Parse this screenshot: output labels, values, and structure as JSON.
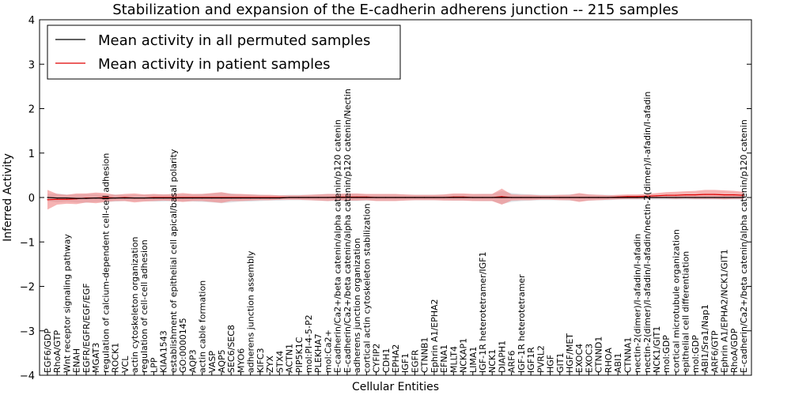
{
  "chart_data": {
    "type": "line",
    "title": "Stabilization and expansion of the E-cadherin adherens junction -- 215 samples",
    "xlabel": "Cellular Entities",
    "ylabel": "Inferred Activity",
    "ylim": [
      -4,
      4
    ],
    "yticks": [
      -4,
      -3,
      -2,
      -1,
      0,
      1,
      2,
      3,
      4
    ],
    "legend_position": "top-left",
    "grid": false,
    "categories": [
      "EGF6/GDP",
      "RhoA/GTP",
      "Wnt receptor signaling pathway",
      "ENAH",
      "EGFR/EGFR/EGF/EGF",
      "MGAT3",
      "regulation of calcium-dependent cell-cell adhesion",
      "ROCK1",
      "VCL",
      "actin cytoskeleton organization",
      "regulation of cell-cell adhesion",
      "LPP",
      "KIAA1543",
      "establishment of epithelial cell apical/basal polarity",
      "GO:0000145",
      "AQP3",
      "actin cable formation",
      "VASP",
      "AQP5",
      "SEC6/SEC8",
      "MYO6",
      "adherens junction assembly",
      "KIFC3",
      "ZYX",
      "STX4",
      "ACTN1",
      "PIP5K1C",
      "mol:PI-4-5-P2",
      "PLEKHA7",
      "mol:Ca2+",
      "E-cadherin/Ca2+/beta catenin/alpha catenin/p120 catenin",
      "E-cadherin/Ca2+/beta catenin/alpha catenin/p120 catenin/Nectin",
      "adherens junction organization",
      "cortical actin cytoskeleton stabilization",
      "CYFIP2",
      "CDH1",
      "EPHA2",
      "IGF1",
      "EGFR",
      "CTNNB1",
      "Ephrin A1/EPHA2",
      "EFNA1",
      "MLLT4",
      "NCKAP1",
      "LIMA1",
      "IGF-1R heterotetramer/IGF1",
      "NCK1",
      "DIAPH1",
      "ARF6",
      "IGF-1R heterotetramer",
      "IGF1R",
      "PVRL2",
      "HGF",
      "GIT1",
      "HGF/MET",
      "EXOC4",
      "EXOC3",
      "CTNND1",
      "RHOA",
      "ABI1",
      "CTNNA1",
      "nectin-2(dimer)/I-afadin/I-afadin",
      "nectin-2(dimer)/I-afadin/I-afadin/nectin-2(dimer)/I-afadin/I-afadin",
      "NCK1/GIT1",
      "mol:GDP",
      "cortical microtubule organization",
      "epithelial cell differentiation",
      "mol:GDP",
      "ABI1/Sra1/Nap1",
      "ARF6/GTP",
      "Ephrin A1/EPHA2/NCK1/GIT1",
      "RhoA/GDP",
      "E-cadherin/Ca2+/beta catenin/alpha catenin/p120 catenin"
    ],
    "series": [
      {
        "name": "Mean activity in all permuted samples",
        "color": "#000000",
        "band_color": "#c8c8d0",
        "values": [
          0.0,
          -0.01,
          -0.01,
          -0.02,
          -0.02,
          -0.01,
          -0.02,
          -0.01,
          -0.01,
          -0.01,
          -0.01,
          -0.01,
          -0.01,
          -0.01,
          -0.01,
          -0.01,
          -0.01,
          -0.01,
          -0.01,
          -0.01,
          -0.01,
          -0.01,
          -0.01,
          -0.01,
          -0.01,
          0.0,
          0.0,
          0.0,
          0.0,
          0.0,
          0.0,
          0.0,
          0.0,
          0.0,
          0.0,
          0.0,
          0.0,
          0.0,
          0.0,
          0.0,
          0.0,
          0.0,
          0.0,
          0.0,
          0.0,
          0.0,
          0.0,
          0.0,
          0.0,
          0.0,
          0.0,
          0.0,
          0.0,
          0.0,
          0.0,
          0.0,
          0.0,
          0.0,
          0.0,
          0.0,
          0.0,
          0.0,
          0.0,
          0.0,
          0.0,
          0.0,
          0.0,
          0.0,
          0.0,
          0.0,
          0.0,
          0.0,
          0.0
        ],
        "band": [
          0.08,
          0.1,
          0.08,
          0.09,
          0.1,
          0.09,
          0.08,
          0.08,
          0.07,
          0.07,
          0.07,
          0.08,
          0.08,
          0.07,
          0.08,
          0.08,
          0.09,
          0.1,
          0.12,
          0.1,
          0.08,
          0.08,
          0.07,
          0.06,
          0.06,
          0.06,
          0.06,
          0.06,
          0.07,
          0.08,
          0.08,
          0.08,
          0.08,
          0.07,
          0.07,
          0.07,
          0.07,
          0.06,
          0.06,
          0.06,
          0.06,
          0.06,
          0.07,
          0.07,
          0.07,
          0.08,
          0.08,
          0.15,
          0.1,
          0.08,
          0.07,
          0.06,
          0.06,
          0.06,
          0.07,
          0.08,
          0.07,
          0.06,
          0.06,
          0.05,
          0.05,
          0.05,
          0.05,
          0.05,
          0.05,
          0.05,
          0.05,
          0.05,
          0.05,
          0.05,
          0.05,
          0.05,
          0.05
        ]
      },
      {
        "name": "Mean activity in patient samples",
        "color": "#e00000",
        "band_color": "#f08080",
        "values": [
          -0.05,
          -0.04,
          -0.04,
          -0.03,
          -0.01,
          -0.01,
          0.0,
          -0.01,
          0.0,
          -0.01,
          -0.01,
          0.0,
          0.0,
          0.0,
          0.0,
          0.0,
          0.0,
          0.0,
          0.0,
          0.0,
          0.0,
          0.0,
          0.0,
          0.0,
          0.0,
          0.0,
          0.0,
          0.0,
          0.0,
          0.0,
          0.01,
          0.01,
          0.01,
          0.01,
          0.0,
          0.0,
          0.0,
          0.0,
          0.0,
          0.0,
          0.0,
          0.0,
          0.01,
          0.01,
          0.0,
          0.0,
          0.0,
          0.02,
          0.0,
          0.0,
          0.0,
          0.0,
          0.0,
          0.0,
          0.0,
          0.0,
          0.0,
          0.0,
          0.0,
          0.01,
          0.02,
          0.02,
          0.03,
          0.04,
          0.05,
          0.05,
          0.06,
          0.06,
          0.07,
          0.07,
          0.06,
          0.06,
          0.05
        ],
        "band": [
          0.22,
          0.12,
          0.1,
          0.12,
          0.1,
          0.12,
          0.1,
          0.07,
          0.08,
          0.1,
          0.08,
          0.08,
          0.07,
          0.08,
          0.1,
          0.08,
          0.08,
          0.1,
          0.12,
          0.08,
          0.08,
          0.07,
          0.06,
          0.06,
          0.05,
          0.05,
          0.05,
          0.06,
          0.07,
          0.08,
          0.07,
          0.08,
          0.08,
          0.07,
          0.08,
          0.08,
          0.08,
          0.07,
          0.06,
          0.06,
          0.06,
          0.07,
          0.08,
          0.08,
          0.08,
          0.08,
          0.08,
          0.18,
          0.07,
          0.06,
          0.06,
          0.05,
          0.05,
          0.06,
          0.06,
          0.1,
          0.07,
          0.06,
          0.05,
          0.05,
          0.05,
          0.05,
          0.05,
          0.06,
          0.07,
          0.08,
          0.08,
          0.09,
          0.1,
          0.1,
          0.1,
          0.09,
          0.08
        ]
      }
    ]
  }
}
